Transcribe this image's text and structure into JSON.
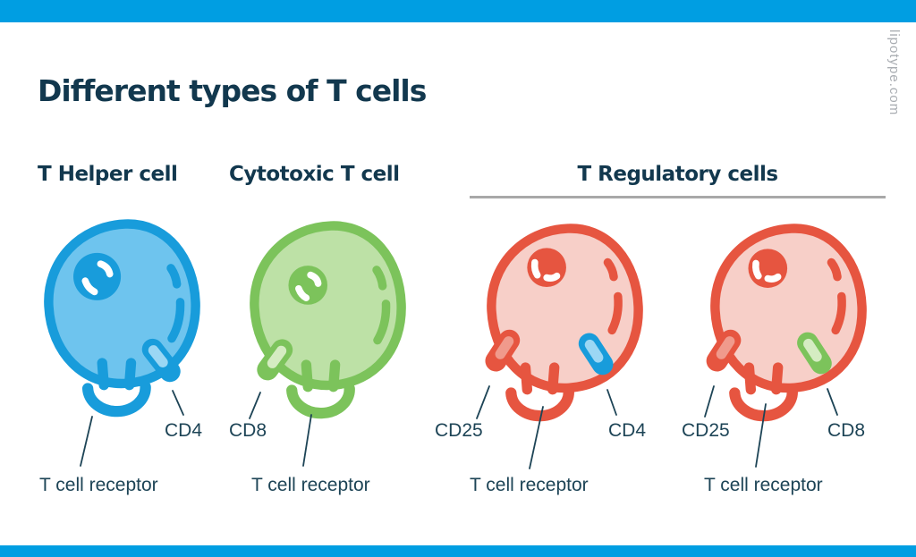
{
  "page": {
    "title": "Different types of T cells",
    "watermark": "lipotype.com"
  },
  "sections": {
    "helper": {
      "label": "T Helper cell"
    },
    "cytotoxic": {
      "label": "Cytotoxic T cell"
    },
    "regulatory": {
      "label": "T Regulatory cells"
    }
  },
  "cells": [
    {
      "id": "t-helper-cell",
      "section": "T Helper cell",
      "color": "blue",
      "surface_markers": [
        "CD4"
      ],
      "receptor": "T cell receptor"
    },
    {
      "id": "cytotoxic-t-cell",
      "section": "Cytotoxic T cell",
      "color": "green",
      "surface_markers": [
        "CD8"
      ],
      "receptor": "T cell receptor"
    },
    {
      "id": "t-regulatory-cell-1",
      "section": "T Regulatory cells",
      "color": "red",
      "surface_markers": [
        "CD25",
        "CD4"
      ],
      "receptor": "T cell receptor"
    },
    {
      "id": "t-regulatory-cell-2",
      "section": "T Regulatory cells",
      "color": "red",
      "surface_markers": [
        "CD25",
        "CD8"
      ],
      "receptor": "T cell receptor"
    }
  ],
  "labels": {
    "cd4_helper": "CD4",
    "cd8_cytotoxic": "CD8",
    "tcr_helper": "T cell receptor",
    "tcr_cytotoxic": "T cell receptor",
    "cd25_reg1": "CD25",
    "cd4_reg1": "CD4",
    "tcr_reg1": "T cell receptor",
    "cd25_reg2": "CD25",
    "cd8_reg2": "CD8",
    "tcr_reg2": "T cell receptor"
  },
  "colors": {
    "accent_bar": "#009EE2",
    "title_navy": "#12384E",
    "label_navy": "#1D4456",
    "divider_gray": "#A8A8A8",
    "watermark_gray": "#A9ADB2",
    "blue_stroke": "#189CDB",
    "blue_fill": "#6EC4EE",
    "blue_light": "#9BD7F4",
    "green_stroke": "#7CC35B",
    "green_fill": "#BDE1A6",
    "green_light": "#D5ECC2",
    "red_stroke": "#E65540",
    "red_fill": "#F7CFC8",
    "red_light": "#F09A8C"
  }
}
